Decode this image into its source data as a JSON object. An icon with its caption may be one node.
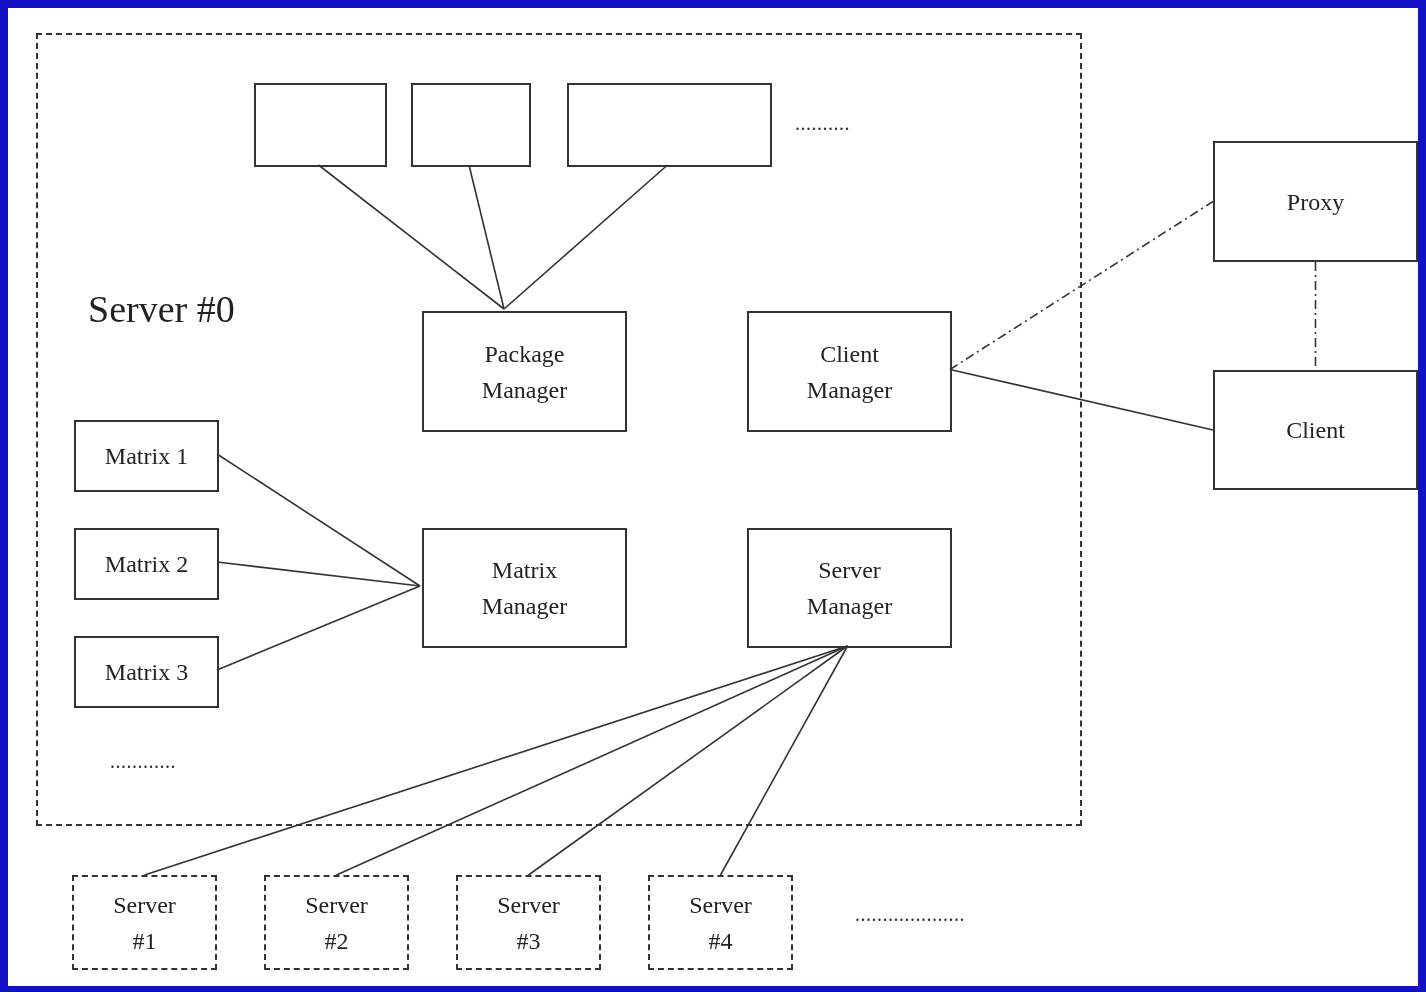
{
  "diagram": {
    "nodes": [
      {
        "text": [
          "Server #0"
        ]
      },
      {
        "text": [],
        "shape": "box",
        "in": 0
      },
      {
        "text": [],
        "shape": "box",
        "in": 0
      },
      {
        "text": [],
        "shape": "box",
        "in": 0
      },
      {
        "text": [
          "Package Manager"
        ],
        "in": 0
      },
      {
        "text": [
          "Client Manager"
        ],
        "in": 0
      },
      {
        "text": [
          "Matrix 1"
        ],
        "in": 0
      },
      {
        "text": [
          "Matrix 2"
        ],
        "in": 0
      },
      {
        "text": [
          "Matrix 3"
        ],
        "in": 0
      },
      {
        "text": [
          "Matrix Manager"
        ],
        "in": 0
      },
      {
        "text": [
          "Server Manager"
        ],
        "in": 0
      },
      {
        "text": [
          "Proxy"
        ]
      },
      {
        "text": [
          "Client"
        ]
      },
      {
        "text": [
          "Server #1"
        ]
      },
      {
        "text": [
          "Server #2"
        ]
      },
      {
        "text": [
          "Server #3"
        ]
      },
      {
        "text": [
          "Server #4"
        ]
      }
    ],
    "edges": [
      {
        "from": 1,
        "to": 4,
        "arrow": "none"
      },
      {
        "from": 2,
        "to": 4,
        "arrow": "none"
      },
      {
        "from": 3,
        "to": 4,
        "arrow": "none"
      },
      {
        "from": 5,
        "to": 11,
        "arrow": "none",
        "style": "dashed"
      },
      {
        "from": 11,
        "to": 12,
        "arrow": "none",
        "style": "dashed"
      },
      {
        "from": 5,
        "to": 12,
        "arrow": "none"
      },
      {
        "from": 6,
        "to": 9,
        "arrow": "none"
      },
      {
        "from": 7,
        "to": 9,
        "arrow": "none"
      },
      {
        "from": 8,
        "to": 9,
        "arrow": "none"
      },
      {
        "from": 10,
        "to": 13,
        "arrow": "none"
      },
      {
        "from": 10,
        "to": 14,
        "arrow": "none"
      },
      {
        "from": 10,
        "to": 15,
        "arrow": "none"
      },
      {
        "from": 10,
        "to": 16,
        "arrow": "none"
      }
    ],
    "labels": [
      "..........",
      "............",
      "...................."
    ]
  }
}
